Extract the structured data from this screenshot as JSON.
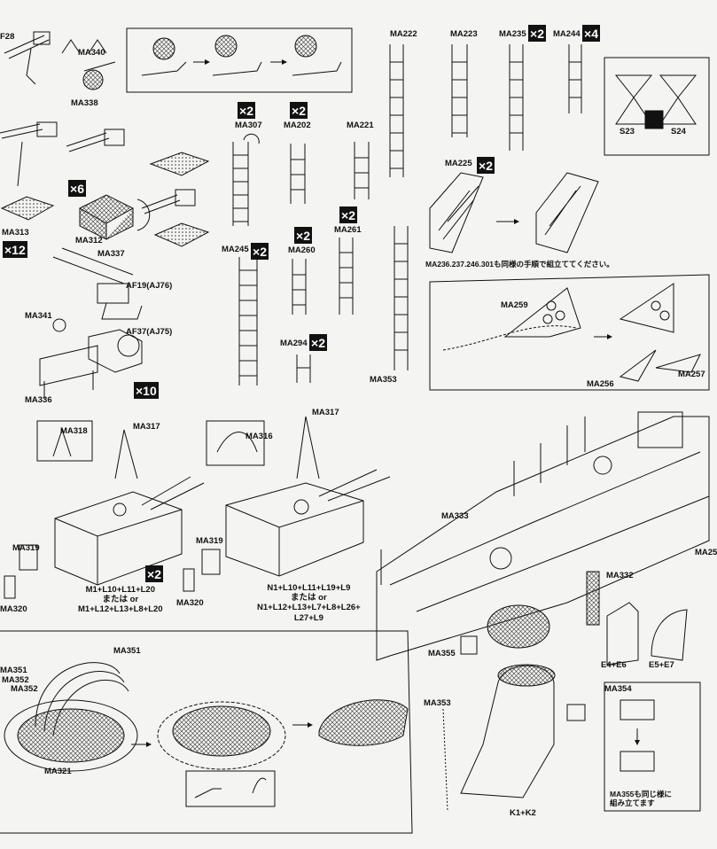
{
  "labels": {
    "f28": "F28",
    "ma340": "MA340",
    "ma338": "MA338",
    "ma313": "MA313",
    "ma312": "MA312",
    "ma337": "MA337",
    "af19": "AF19(AJ76)",
    "ma341": "MA341",
    "af37": "AF37(AJ75)",
    "ma336": "MA336",
    "ma307": "MA307",
    "ma202": "MA202",
    "ma221": "MA221",
    "ma245": "MA245",
    "ma260": "MA260",
    "ma261": "MA261",
    "ma294": "MA294",
    "ma353_top": "MA353",
    "ma222": "MA222",
    "ma223": "MA223",
    "ma235": "MA235",
    "ma244": "MA244",
    "ma225": "MA225",
    "s23": "S23",
    "s24": "S24",
    "ma259": "MA259",
    "ma256": "MA256",
    "ma257": "MA257",
    "ma318": "MA318",
    "ma317_a": "MA317",
    "ma317_b": "MA317",
    "ma316": "MA316",
    "ma319_a": "MA319",
    "ma320_a": "MA320",
    "ma319_b": "MA319",
    "ma320_b": "MA320",
    "turret1_combo": "M1+L10+L11+L20\nまたは or\nM1+L12+L13+L8+L20",
    "turret2_combo": "N1+L10+L11+L19+L9\nまたは or\nN1+L12+L13+L7+L8+L26+\nL27+L9",
    "ma333": "MA333",
    "ma332": "MA332",
    "ma355": "MA355",
    "ma353_bottom": "MA353",
    "ma354": "MA354",
    "e4e6": "E4+E6",
    "e5e7": "E5+E7",
    "k1k2": "K1+K2",
    "ma351_a": "MA351",
    "ma351_b": "MA351",
    "ma352_a": "MA352",
    "ma352_b": "MA352",
    "ma321": "MA321",
    "ma25": "MA25"
  },
  "multipliers": {
    "x12": "×12",
    "x6": "×6",
    "x10": "×10",
    "m307": "×2",
    "m202": "×2",
    "m245": "×2",
    "m260": "×2",
    "m261": "×2",
    "m294": "×2",
    "m235": "×2",
    "m244": "×4",
    "m225": "×2",
    "m_turret": "×2"
  },
  "notes": {
    "ma236": "MA236.237.246.301も同様の手順で組立ててください。",
    "ma355_note": "MA355も同じ様に\n組み立てます"
  }
}
